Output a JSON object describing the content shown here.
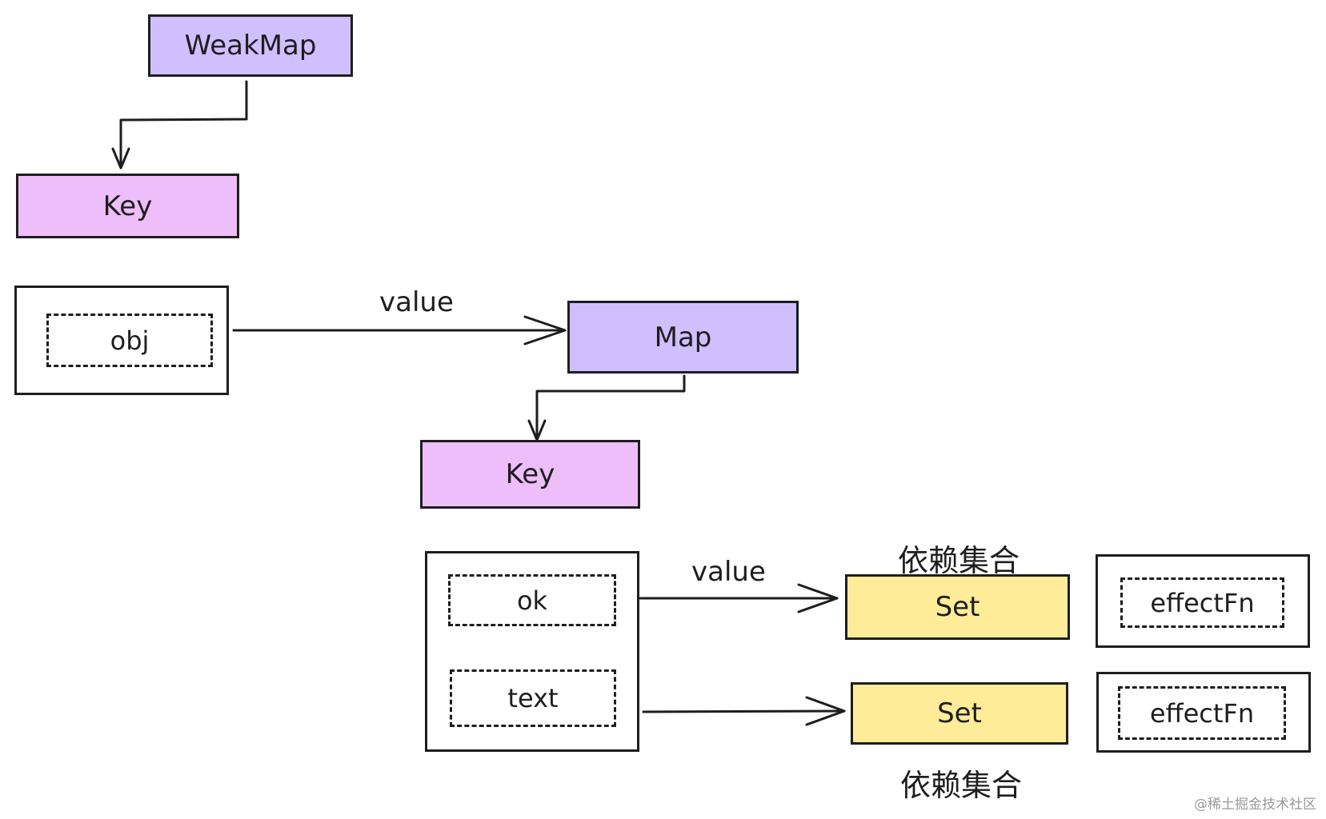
{
  "diagram": {
    "weakmap_label": "WeakMap",
    "key1_label": "Key",
    "obj_label": "obj",
    "value_label_1": "value",
    "map_label": "Map",
    "key2_label": "Key",
    "ok_label": "ok",
    "text_label": "text",
    "value_label_2": "value",
    "dep_label_top": "依赖集合",
    "set1_label": "Set",
    "set2_label": "Set",
    "dep_label_bottom": "依赖集合",
    "effect1_label": "effectFn",
    "effect2_label": "effectFn"
  },
  "watermark": "@稀土掘金技术社区",
  "colors": {
    "purple": "#d0bfff",
    "pink": "#eebefa",
    "yellow": "#ffec99",
    "stroke": "#1e1e1e"
  }
}
